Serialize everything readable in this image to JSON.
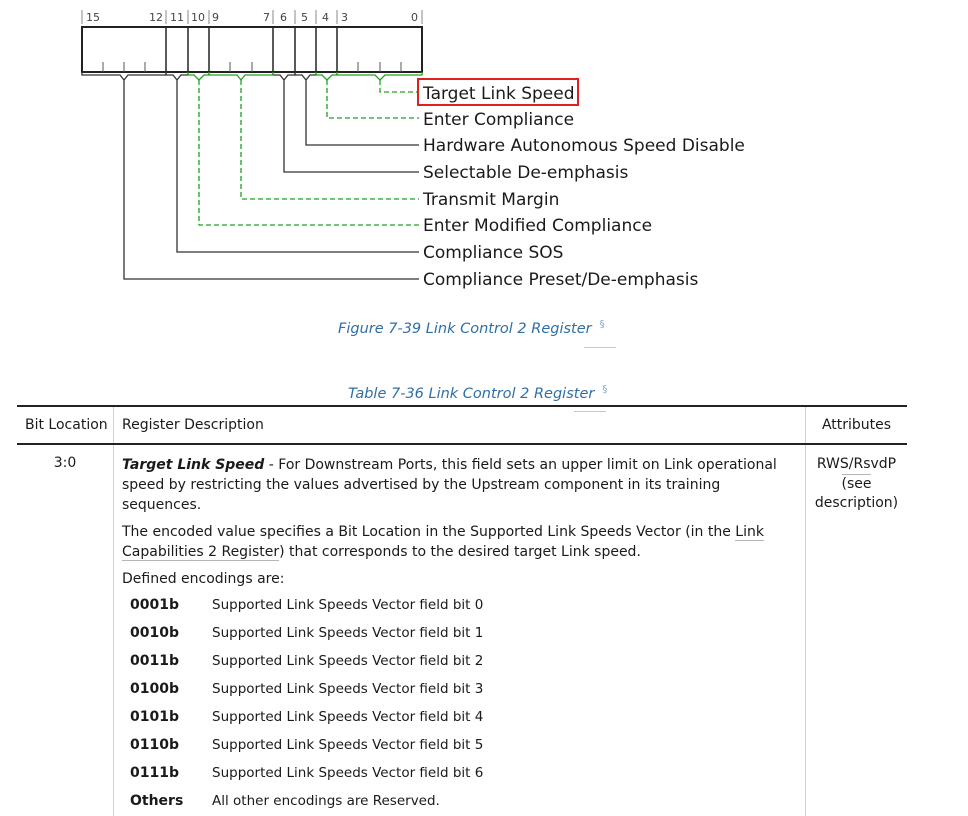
{
  "figure": {
    "bit_labels": [
      {
        "id": "15",
        "text": "15"
      },
      {
        "id": "12",
        "text": "12"
      },
      {
        "id": "11",
        "text": "11"
      },
      {
        "id": "10",
        "text": "10"
      },
      {
        "id": "9",
        "text": "9"
      },
      {
        "id": "7",
        "text": "7"
      },
      {
        "id": "6",
        "text": "6"
      },
      {
        "id": "5",
        "text": "5"
      },
      {
        "id": "4",
        "text": "4"
      },
      {
        "id": "3",
        "text": "3"
      },
      {
        "id": "0",
        "text": "0"
      }
    ],
    "fields": [
      {
        "id": "target-link-speed",
        "label": "Target Link Speed",
        "highlighted": true,
        "style": "dashed"
      },
      {
        "id": "enter-compliance",
        "label": "Enter Compliance",
        "style": "dashed"
      },
      {
        "id": "hardware-autonomous-speed-disable",
        "label": "Hardware Autonomous Speed Disable",
        "style": "solid"
      },
      {
        "id": "selectable-de-emphasis",
        "label": "Selectable De-emphasis",
        "style": "solid"
      },
      {
        "id": "transmit-margin",
        "label": "Transmit Margin",
        "style": "dashed"
      },
      {
        "id": "enter-modified-compliance",
        "label": "Enter Modified Compliance",
        "style": "dashed"
      },
      {
        "id": "compliance-sos",
        "label": "Compliance SOS",
        "style": "solid"
      },
      {
        "id": "compliance-preset-de-emphasis",
        "label": "Compliance Preset/De-emphasis",
        "style": "solid"
      }
    ],
    "caption": "Figure 7-39 Link Control 2 Register",
    "section_mark": "§"
  },
  "table": {
    "caption": "Table 7-36 Link Control 2 Register",
    "section_mark": "§",
    "headers": {
      "bit": "Bit Location",
      "desc": "Register Description",
      "attr": "Attributes"
    },
    "row": {
      "bit": "3:0",
      "field_name": "Target Link Speed",
      "para1_rest": " - For Downstream Ports, this field sets an upper limit on Link operational speed by restricting the values advertised by the Upstream component in its training sequences.",
      "para2_before": "The encoded value specifies a Bit Location in the Supported Link Speeds Vector (in the ",
      "para2_link": "Link Capabilities 2 Register",
      "para2_after": ") that corresponds to the desired target Link speed.",
      "para3": "Defined encodings are:",
      "encodings": [
        {
          "code": "0001b",
          "meaning": "Supported Link Speeds Vector field bit 0"
        },
        {
          "code": "0010b",
          "meaning": "Supported Link Speeds Vector field bit 1"
        },
        {
          "code": "0011b",
          "meaning": "Supported Link Speeds Vector field bit 2"
        },
        {
          "code": "0100b",
          "meaning": "Supported Link Speeds Vector field bit 3"
        },
        {
          "code": "0101b",
          "meaning": "Supported Link Speeds Vector field bit 4"
        },
        {
          "code": "0110b",
          "meaning": "Supported Link Speeds Vector field bit 5"
        },
        {
          "code": "0111b",
          "meaning": "Supported Link Speeds Vector field bit 6"
        },
        {
          "code": "Others",
          "meaning": "All other encodings are Reserved."
        }
      ],
      "attr_line1": "RWS/RsvdP",
      "attr_line2": "(see",
      "attr_line3": "description)"
    }
  },
  "colors": {
    "accent_blue": "#2f6fa6",
    "dashed_green": "#22a022",
    "highlight_red": "#e02020",
    "line_dark": "#333333"
  }
}
